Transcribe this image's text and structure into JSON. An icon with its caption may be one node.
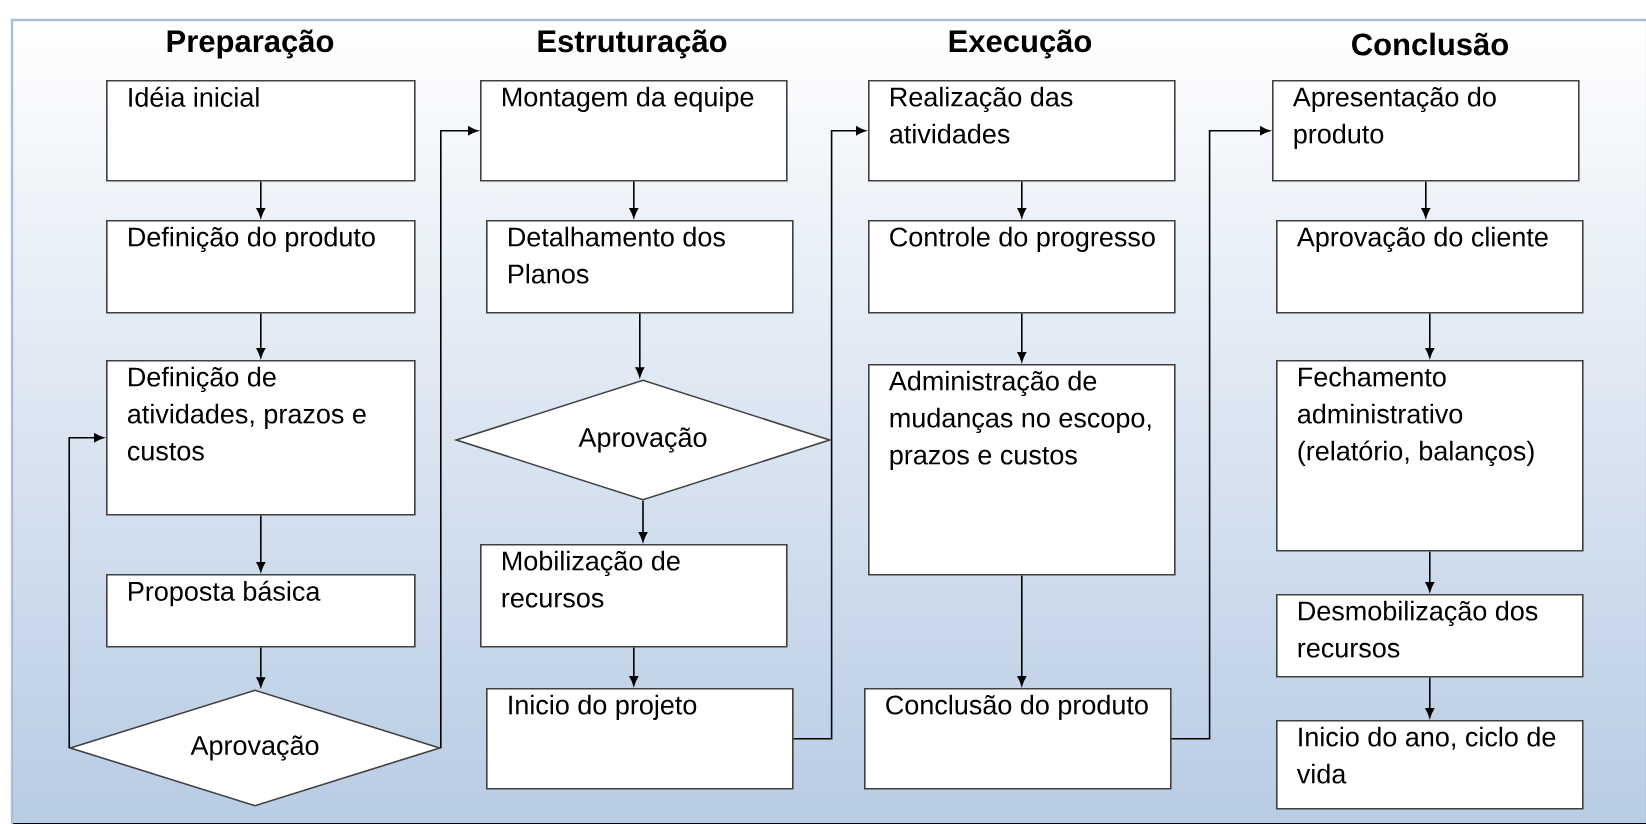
{
  "diagram": {
    "nodes": [
      {
        "text": [
          "Idéia inicial"
        ]
      },
      {
        "text": [
          "Definição do produto"
        ]
      },
      {
        "text": [
          "Definição de atividades, prazos e custos"
        ]
      },
      {
        "text": [
          "Proposta básica"
        ]
      },
      {
        "text": [
          "Aprovação"
        ]
      },
      {
        "text": [
          "Montagem da equipe"
        ]
      },
      {
        "text": [
          "Detalhamento dos Planos"
        ]
      },
      {
        "text": [
          "Aprovação"
        ]
      },
      {
        "text": [
          "Mobilização de recursos"
        ]
      },
      {
        "text": [
          "Inicio do projeto"
        ]
      },
      {
        "text": [
          "Realização das atividades"
        ]
      },
      {
        "text": [
          "Controle do progresso"
        ]
      },
      {
        "text": [
          "Administração de mudanças no escopo, prazos e custos"
        ]
      },
      {
        "text": [
          "Conclusão do produto"
        ]
      },
      {
        "text": [
          "Apresentação do produto"
        ]
      },
      {
        "text": [
          "Aprovação do cliente"
        ]
      },
      {
        "text": [
          "Fechamento administrativo (relatório, balanços)"
        ]
      },
      {
        "text": [
          "Desmobilização dos recursos"
        ]
      },
      {
        "text": [
          "Inicio do ano, ciclo de vida"
        ]
      }
    ],
    "edges": [
      {
        "from": 0,
        "to": 1,
        "arrow": "to"
      },
      {
        "from": 1,
        "to": 2,
        "arrow": "to"
      },
      {
        "from": 2,
        "to": 3,
        "arrow": "to"
      },
      {
        "from": 3,
        "to": 4,
        "arrow": "to"
      },
      {
        "from": 4,
        "to": 2,
        "arrow": "to"
      },
      {
        "from": 4,
        "to": 5,
        "arrow": "to"
      },
      {
        "from": 5,
        "to": 6,
        "arrow": "to"
      },
      {
        "from": 6,
        "to": 7,
        "arrow": "to"
      },
      {
        "from": 7,
        "to": 8,
        "arrow": "to"
      },
      {
        "from": 8,
        "to": 9,
        "arrow": "to"
      },
      {
        "from": 9,
        "to": 10,
        "arrow": "to"
      },
      {
        "from": 10,
        "to": 11,
        "arrow": "to"
      },
      {
        "from": 11,
        "to": 12,
        "arrow": "to"
      },
      {
        "from": 12,
        "to": 13,
        "arrow": "to"
      },
      {
        "from": 13,
        "to": 14,
        "arrow": "to"
      },
      {
        "from": 14,
        "to": 15,
        "arrow": "to"
      },
      {
        "from": 15,
        "to": 16,
        "arrow": "to"
      },
      {
        "from": 16,
        "to": 17,
        "arrow": "to"
      },
      {
        "from": 17,
        "to": 18,
        "arrow": "to"
      }
    ],
    "labels": [
      "Preparação",
      "Estruturação",
      "Execução",
      "Conclusão"
    ]
  }
}
